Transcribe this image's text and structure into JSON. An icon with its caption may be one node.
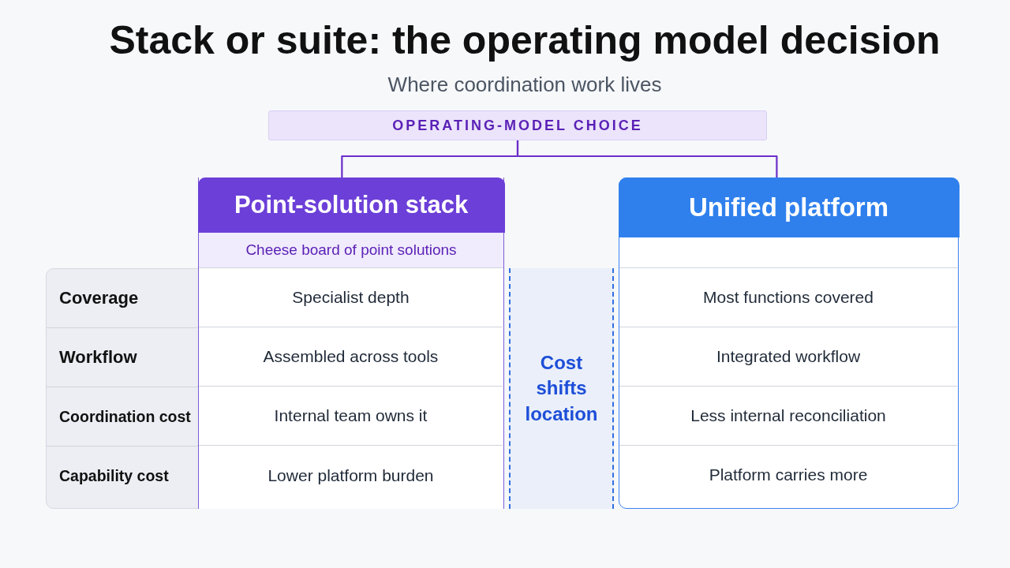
{
  "diagram": {
    "title": "Stack or suite: the operating model decision",
    "caption": "Where coordination work lives",
    "nodes": [
      {
        "text": [
          "OPERATING-MODEL CHOICE"
        ]
      },
      {
        "text": [
          "Point-solution stack",
          "Cheese board of point solutions"
        ]
      },
      {
        "text": [
          "Unified platform"
        ]
      },
      {
        "text": [
          "Cost shifts location"
        ]
      }
    ],
    "edges": [
      {
        "from": 0,
        "to": 1,
        "arrow": "none"
      },
      {
        "from": 0,
        "to": 2,
        "arrow": "none"
      }
    ],
    "labels": [
      "Coverage",
      "Specialist depth",
      "Most functions covered",
      "Workflow",
      "Assembled across tools",
      "Integrated workflow",
      "Coordination cost",
      "Internal team owns it",
      "Less internal reconciliation",
      "Capability cost",
      "Lower platform burden",
      "Platform carries more"
    ]
  }
}
